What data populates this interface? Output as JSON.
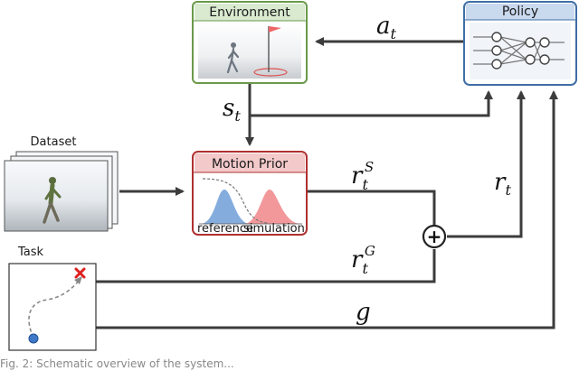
{
  "boxes": {
    "environment": "Environment",
    "policy": "Policy",
    "motion_prior": "Motion Prior",
    "dataset": "Dataset",
    "task": "Task"
  },
  "prior_labels": {
    "reference": "reference",
    "simulation": "simulation"
  },
  "signals": {
    "action": {
      "base": "a",
      "sub": "t"
    },
    "state": {
      "base": "s",
      "sub": "t"
    },
    "style_reward": {
      "base": "r",
      "sub": "t",
      "sup": "S"
    },
    "task_reward": {
      "base": "r",
      "sub": "t",
      "sup": "G"
    },
    "total_reward": {
      "base": "r",
      "sub": "t"
    },
    "goal": {
      "base": "g"
    }
  },
  "sum_symbol": "+",
  "caption_fragment": "Fig. 2: Schematic overview of the system...",
  "colors": {
    "environment_border": "#6a9a4a",
    "environment_header": "#d9ead0",
    "policy_border": "#3f6ea5",
    "policy_header": "#c9d9ee",
    "motion_prior_border": "#b03030",
    "motion_prior_header": "#f3c9c9",
    "reference_dist": "#6f9fd8",
    "simulation_dist": "#f0868a",
    "arrow": "#3c3c3c"
  }
}
